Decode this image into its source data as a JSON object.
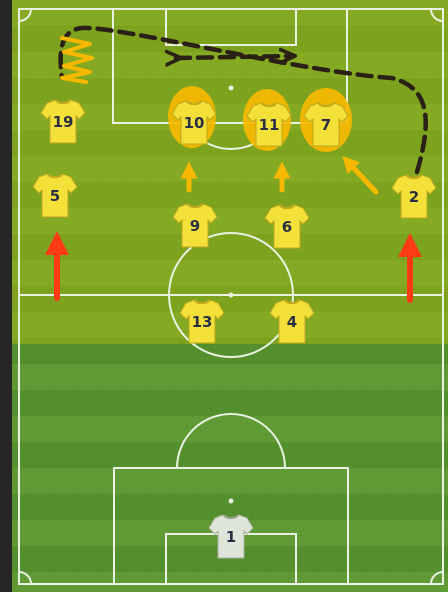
{
  "colors": {
    "grass_light": "#5f9a34",
    "grass_dark": "#4f8a2a",
    "lines": "#e9f2e2",
    "zone_overlay": "#d2c800",
    "shirt_outfield": "#f3e13a",
    "shirt_keeper": "#dfe6d9",
    "number_text": "#2b2f44",
    "arrow_red": "#ff3b14",
    "arrow_yellow": "#f6b800",
    "run_line": "#2a2016",
    "halo": "#f6b800"
  },
  "players": [
    {
      "id": "p19",
      "number": "19",
      "role": "outfield",
      "highlight": false
    },
    {
      "id": "p10",
      "number": "10",
      "role": "outfield",
      "highlight": true
    },
    {
      "id": "p11",
      "number": "11",
      "role": "outfield",
      "highlight": true
    },
    {
      "id": "p7",
      "number": "7",
      "role": "outfield",
      "highlight": true
    },
    {
      "id": "p5",
      "number": "5",
      "role": "outfield",
      "highlight": false
    },
    {
      "id": "p2",
      "number": "2",
      "role": "outfield",
      "highlight": false
    },
    {
      "id": "p9",
      "number": "9",
      "role": "outfield",
      "highlight": false
    },
    {
      "id": "p6",
      "number": "6",
      "role": "outfield",
      "highlight": false
    },
    {
      "id": "p13",
      "number": "13",
      "role": "outfield",
      "highlight": false
    },
    {
      "id": "p4",
      "number": "4",
      "role": "outfield",
      "highlight": false
    },
    {
      "id": "p1",
      "number": "1",
      "role": "goalkeeper",
      "highlight": false
    }
  ]
}
